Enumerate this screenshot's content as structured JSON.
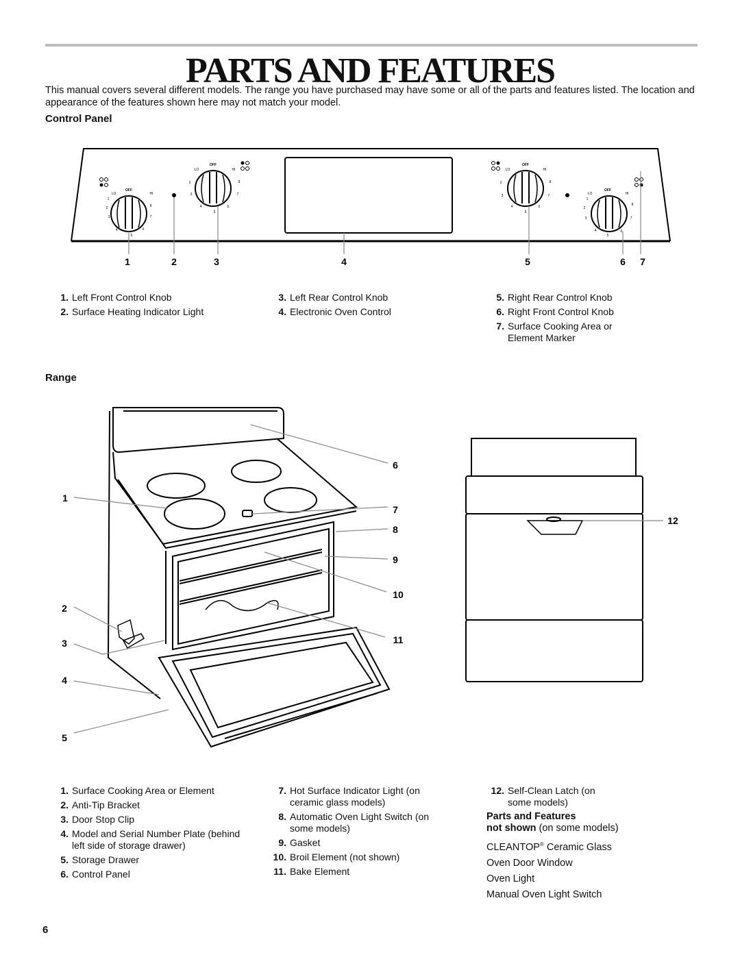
{
  "page": {
    "title": "PARTS AND FEATURES",
    "intro": "This manual covers several different models. The range you have purchased may have some or all of the parts and features listed. The location and appearance of the features shown here may not match your model.",
    "page_number": "6"
  },
  "control_panel": {
    "heading": "Control Panel",
    "knob_labels": {
      "off": "OFF",
      "lo": "LO",
      "hi": "HI",
      "n1": "1",
      "n2": "2",
      "n3": "3",
      "n4": "4",
      "n5": "5",
      "n6": "6",
      "n7": "7",
      "n8": "8"
    },
    "callouts": [
      "1",
      "2",
      "3",
      "4",
      "5",
      "6",
      "7"
    ],
    "items": [
      {
        "num": "1.",
        "label": "Left Front Control Knob"
      },
      {
        "num": "2.",
        "label": "Surface Heating Indicator Light"
      },
      {
        "num": "3.",
        "label": "Left Rear Control Knob"
      },
      {
        "num": "4.",
        "label": "Electronic Oven Control"
      },
      {
        "num": "5.",
        "label": "Right Rear Control Knob"
      },
      {
        "num": "6.",
        "label": "Right Front Control Knob"
      },
      {
        "num": "7.",
        "label": "Surface Cooking Area or Element Marker"
      }
    ]
  },
  "range": {
    "heading": "Range",
    "callouts": [
      "1",
      "2",
      "3",
      "4",
      "5",
      "6",
      "7",
      "8",
      "9",
      "10",
      "11",
      "12"
    ],
    "items": [
      {
        "num": "1.",
        "label": "Surface Cooking Area or Element"
      },
      {
        "num": "2.",
        "label": "Anti-Tip Bracket"
      },
      {
        "num": "3.",
        "label": "Door Stop Clip"
      },
      {
        "num": "4.",
        "label": "Model and Serial Number Plate (behind left side of storage drawer)"
      },
      {
        "num": "5.",
        "label": "Storage Drawer"
      },
      {
        "num": "6.",
        "label": "Control Panel"
      },
      {
        "num": "7.",
        "label": "Hot Surface Indicator Light (on ceramic glass models)"
      },
      {
        "num": "8.",
        "label": "Automatic Oven Light Switch (on some models)"
      },
      {
        "num": "9.",
        "label": "Gasket"
      },
      {
        "num": "10.",
        "label": "Broil Element (not shown)"
      },
      {
        "num": "11.",
        "label": "Bake Element"
      },
      {
        "num": "12.",
        "label": "Self-Clean Latch (on some models)"
      }
    ],
    "not_shown": {
      "heading": "Parts and Features",
      "subheading_bold": "not shown",
      "subheading_rest": " (on some models)",
      "cleantop": "CLEANTOP",
      "registered": "®",
      "cleantop_rest": " Ceramic Glass",
      "items": [
        "Oven Door Window",
        "Oven Light",
        "Manual Oven Light Switch"
      ]
    }
  }
}
